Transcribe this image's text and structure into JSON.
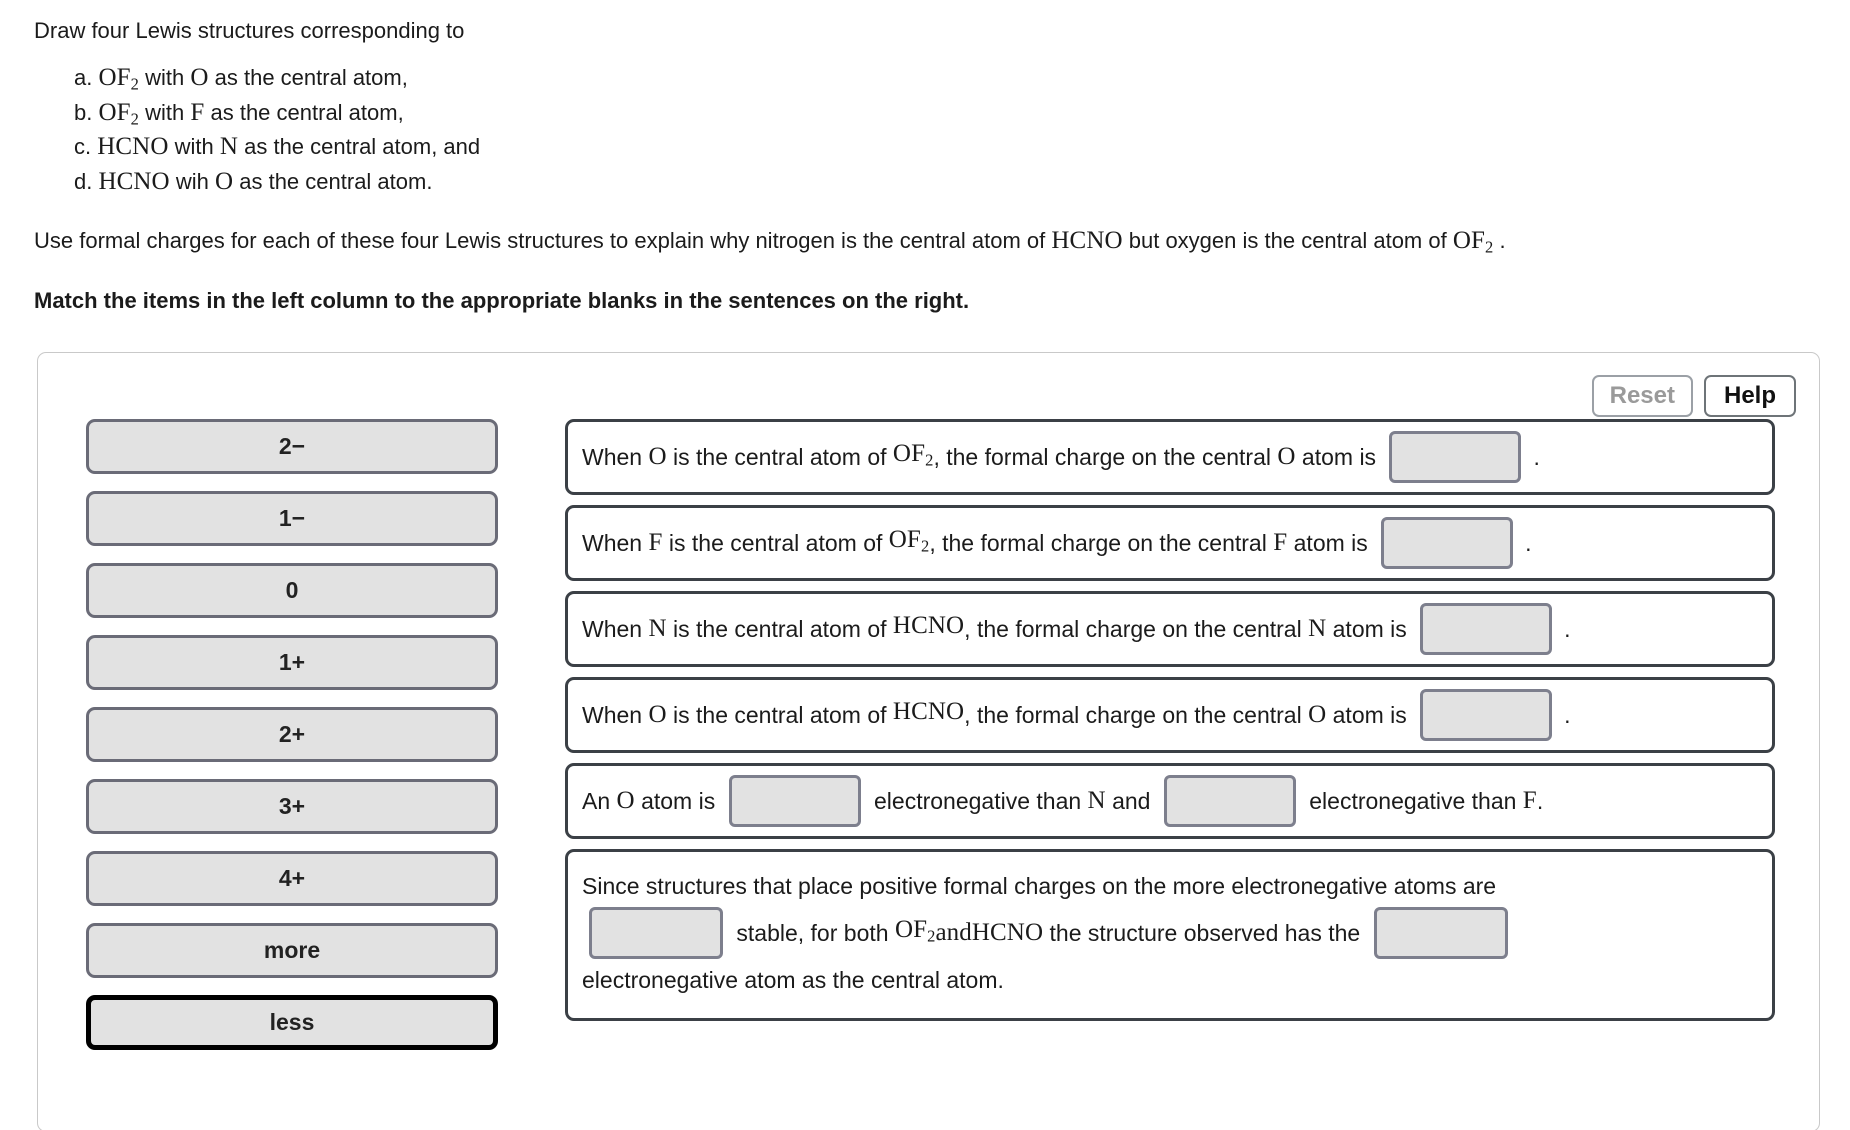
{
  "prompt": {
    "intro": "Draw four Lewis structures corresponding to",
    "items": [
      {
        "label": "a. ",
        "formula": "OF",
        "sub": "2",
        "rest": " with ",
        "atom": "O",
        "tail": " as the central atom,"
      },
      {
        "label": "b. ",
        "formula": "OF",
        "sub": "2",
        "rest": " with ",
        "atom": "F",
        "tail": " as the central atom,"
      },
      {
        "label": "c. ",
        "formula": "HCNO",
        "sub": "",
        "rest": " with ",
        "atom": "N",
        "tail": " as the central atom, and"
      },
      {
        "label": "d. ",
        "formula": "HCNO",
        "sub": "",
        "rest": " wih ",
        "atom": "O",
        "tail": " as the central atom."
      }
    ],
    "formal_charges_1": "Use formal charges for each of these four Lewis structures to explain why nitrogen is the central atom of ",
    "formal_charges_mol1": "HCNO",
    "formal_charges_2": " but oxygen is the central atom of ",
    "formal_charges_mol2": "OF",
    "formal_charges_mol2_sub": "2",
    "formal_charges_3": " .",
    "match_instruction": "Match the items in the left column to the appropriate blanks in the sentences on the right."
  },
  "toolbar": {
    "reset_label": "Reset",
    "help_label": "Help"
  },
  "bank": {
    "items": [
      {
        "label": "2−",
        "selected": false
      },
      {
        "label": "1−",
        "selected": false
      },
      {
        "label": "0",
        "selected": false
      },
      {
        "label": "1+",
        "selected": false
      },
      {
        "label": "2+",
        "selected": false
      },
      {
        "label": "3+",
        "selected": false
      },
      {
        "label": "4+",
        "selected": false
      },
      {
        "label": "more",
        "selected": false
      },
      {
        "label": "less",
        "selected": true
      }
    ]
  },
  "sentences": {
    "s1": {
      "p1": "When ",
      "atom1": "O",
      "p2": " is the central atom of ",
      "mol": "OF",
      "mol_sub": "2",
      "p3": ", the formal charge on the central ",
      "atom2": "O",
      "p4": " atom is ",
      "blank": "",
      "p5": "."
    },
    "s2": {
      "p1": "When ",
      "atom1": "F",
      "p2": " is the central atom of ",
      "mol": "OF",
      "mol_sub": "2",
      "p3": ", the formal charge on the central ",
      "atom2": "F",
      "p4": " atom is ",
      "blank": "",
      "p5": "."
    },
    "s3": {
      "p1": "When ",
      "atom1": "N",
      "p2": " is the central atom of ",
      "mol": "HCNO",
      "mol_sub": "",
      "p3": ", the formal charge on the central ",
      "atom2": "N",
      "p4": " atom is ",
      "blank": "",
      "p5": "."
    },
    "s4": {
      "p1": "When ",
      "atom1": "O",
      "p2": " is the central atom of ",
      "mol": "HCNO",
      "mol_sub": "",
      "p3": ", the formal charge on the central ",
      "atom2": "O",
      "p4": " atom is ",
      "blank": "",
      "p5": "."
    },
    "s5": {
      "p1": "An ",
      "atom1": "O",
      "p2": " atom is ",
      "blank1": "",
      "p3": " electronegative than ",
      "atom2": "N",
      "p4": " and ",
      "blank2": "",
      "p5": " electronegative than ",
      "atom3": "F",
      "p6": "."
    },
    "s6": {
      "line1": "Since structures that place positive formal charges on the more electronegative atoms are",
      "blank1": "",
      "p2": " stable, for both ",
      "mol1": "OF",
      "mol1_sub": "2",
      "p3": "and",
      "mol2": "HCNO",
      "p4": " the structure observed has the ",
      "blank2": "",
      "line3": "electronegative atom as the central atom."
    }
  }
}
